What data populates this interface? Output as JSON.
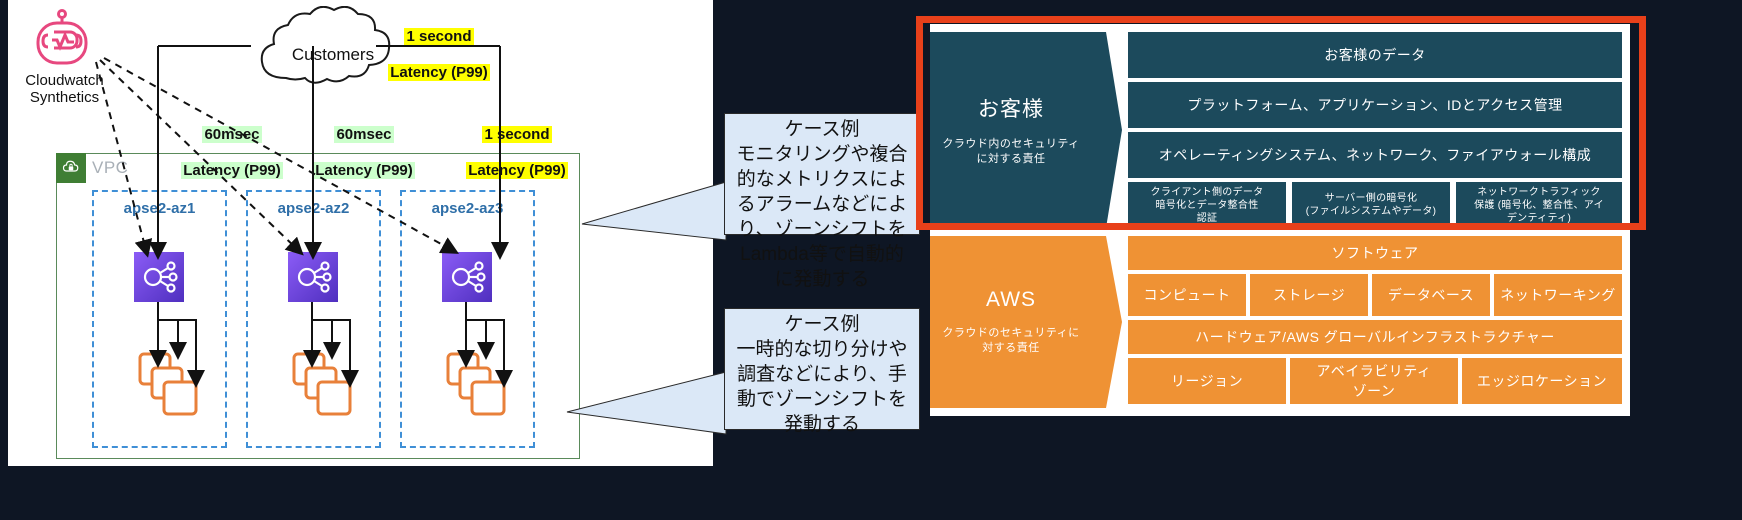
{
  "left_diagram": {
    "cloudwatch_label": "Cloudwatch\nSynthetics",
    "cloudwatch_icon": "cloudwatch-synthetics-icon",
    "customers_label": "Customers",
    "vpc_label": "VPC",
    "vpc_icon": "vpc-cloud-lock-icon",
    "latency_badges": [
      {
        "name": "latency-top-right",
        "line1": "1 second",
        "line2": "Latency (P99)",
        "highlight": "#ffff00"
      },
      {
        "name": "latency-az1",
        "line1": "60msec",
        "line2": "Latency (P99)",
        "highlight": "#ccffcc"
      },
      {
        "name": "latency-az2",
        "line1": "60msec",
        "line2": "Latency (P99)",
        "highlight": "#ccffcc"
      },
      {
        "name": "latency-az3",
        "line1": "1 second",
        "line2": "Latency (P99)",
        "highlight": "#ffff00"
      }
    ],
    "availability_zones": [
      {
        "name": "apse2-az1",
        "label": "apse2-az1",
        "alb_icon": "application-load-balancer-icon",
        "compute_icon": "ec2-instances-icon"
      },
      {
        "name": "apse2-az2",
        "label": "apse2-az2",
        "alb_icon": "application-load-balancer-icon",
        "compute_icon": "ec2-instances-icon"
      },
      {
        "name": "apse2-az3",
        "label": "apse2-az3",
        "alb_icon": "application-load-balancer-icon",
        "compute_icon": "ec2-instances-icon"
      }
    ]
  },
  "callouts": [
    {
      "name": "callout-automatic-zone-shift",
      "text": "ケース例\nモニタリングや複合的なメトリクスによるアラームなどにより、ゾーンシフトをLambda等で自動的に発動する"
    },
    {
      "name": "callout-manual-zone-shift",
      "text": "ケース例\n一時的な切り分けや調査などにより、手動でゾーンシフトを発動する"
    }
  ],
  "shared_responsibility": {
    "customer": {
      "title": "お客様",
      "subtitle": "クラウド内のセキュリティ\nに対する責任",
      "rows": [
        {
          "cells": [
            "お客様のデータ"
          ]
        },
        {
          "cells": [
            "プラットフォーム、アプリケーション、IDとアクセス管理"
          ]
        },
        {
          "cells": [
            "オペレーティングシステム、ネットワーク、ファイアウォール構成"
          ]
        },
        {
          "cells": [
            "クライアント側のデータ\n暗号化とデータ整合性\n認証",
            "サーバー側の暗号化\n(ファイルシステムやデータ)",
            "ネットワークトラフィック\n保護 (暗号化、整合性、アイ\nデンティティ)"
          ]
        }
      ],
      "color": "#1c4a5c"
    },
    "aws": {
      "title": "AWS",
      "subtitle": "クラウドのセキュリティに\n対する責任",
      "rows": [
        {
          "cells": [
            "ソフトウェア"
          ]
        },
        {
          "cells": [
            "コンピュート",
            "ストレージ",
            "データベース",
            "ネットワーキング"
          ]
        },
        {
          "cells": [
            "ハードウェア/AWS グローバルインフラストラクチャー"
          ]
        },
        {
          "cells": [
            "リージョン",
            "アベイラビリティ\nゾーン",
            "エッジロケーション"
          ]
        }
      ],
      "color": "#ef9234"
    },
    "highlight_color": "#e8401a"
  }
}
